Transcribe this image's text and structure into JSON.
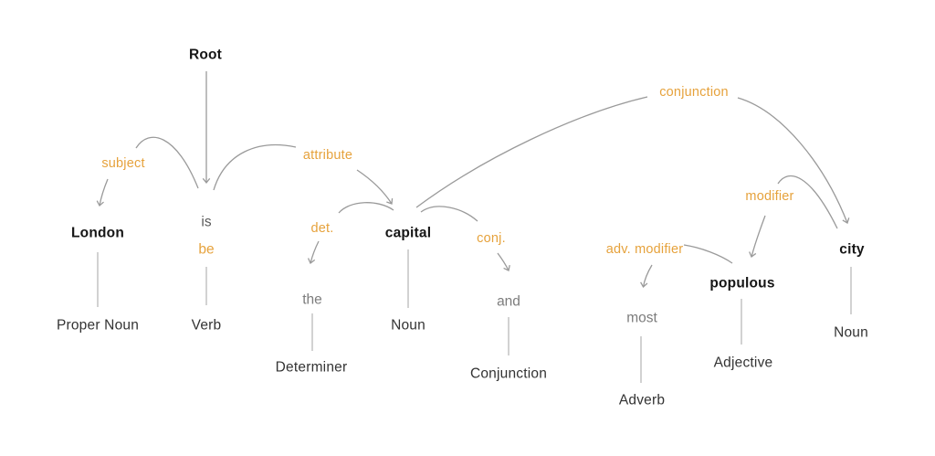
{
  "diagram": {
    "title": "dependency-parse-tree",
    "root_label": "Root",
    "colors": {
      "accent": "#e6a23c",
      "arc_gray": "#9a9a9a",
      "connector_gray": "#aeaeae",
      "word_black": "#161616",
      "pos_gray": "#333333"
    },
    "tokens": [
      {
        "text": "London",
        "pos": "Proper Noun",
        "emphasis": true
      },
      {
        "text": "is",
        "lemma": "be",
        "pos": "Verb",
        "emphasis": false
      },
      {
        "text": "the",
        "pos": "Determiner",
        "emphasis": false
      },
      {
        "text": "capital",
        "pos": "Noun",
        "emphasis": true
      },
      {
        "text": "and",
        "pos": "Conjunction",
        "emphasis": false
      },
      {
        "text": "most",
        "pos": "Adverb",
        "emphasis": false
      },
      {
        "text": "populous",
        "pos": "Adjective",
        "emphasis": true
      },
      {
        "text": "city",
        "pos": "Noun",
        "emphasis": true
      }
    ],
    "relations": [
      {
        "label": "subject",
        "head": "is",
        "dependent": "London"
      },
      {
        "label": "attribute",
        "head": "is",
        "dependent": "capital"
      },
      {
        "label": "det.",
        "head": "capital",
        "dependent": "the"
      },
      {
        "label": "conj.",
        "head": "capital",
        "dependent": "and"
      },
      {
        "label": "conjunction",
        "head": "capital",
        "dependent": "city"
      },
      {
        "label": "modifier",
        "head": "city",
        "dependent": "populous"
      },
      {
        "label": "adv. modifier",
        "head": "populous",
        "dependent": "most"
      }
    ]
  }
}
